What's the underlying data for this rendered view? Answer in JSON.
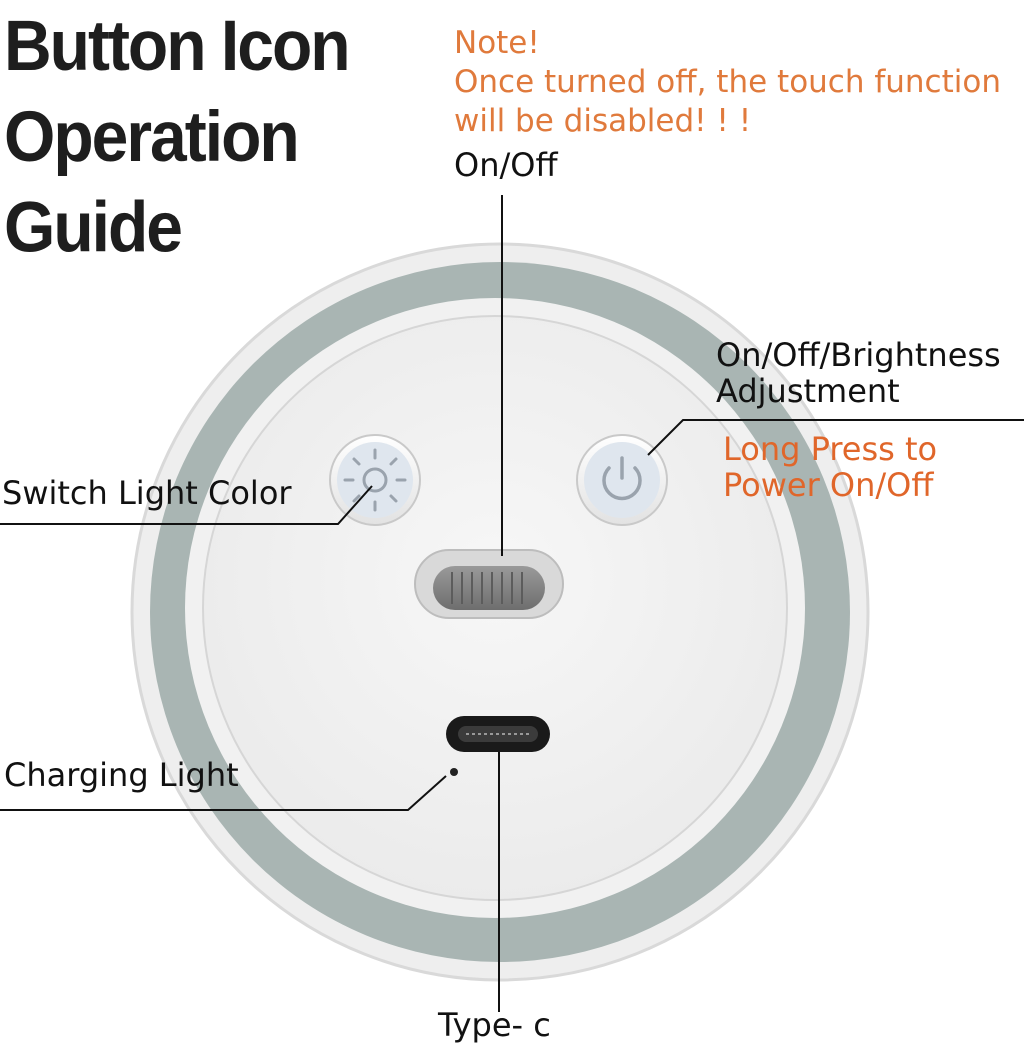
{
  "title": {
    "line1": "Button Icon",
    "line2": "Operation",
    "line3": "Guide"
  },
  "note": {
    "heading": "Note!",
    "line1": "Once turned off, the touch function",
    "line2": "will be disabled!  !  !"
  },
  "labels": {
    "on_off": "On/Off",
    "brightness_line1": "On/Off/Brightness",
    "brightness_line2": "Adjustment",
    "long_press_line1": "Long Press to",
    "long_press_line2": "Power On/Off",
    "switch_color": "Switch Light Color",
    "charging_light": "Charging Light",
    "type_c": "Type- c"
  },
  "icons": {
    "color_button": "sun-icon",
    "power_button": "power-icon",
    "slide_switch": "slide-switch-icon",
    "usb_port": "usb-c-port-icon",
    "indicator": "led-dot-icon"
  },
  "colors": {
    "title": "#1e1e1e",
    "note": "#e07a3c",
    "accent_label": "#e0662a",
    "ring": "#a9b5b3",
    "device_body": "#f3f3f3"
  }
}
